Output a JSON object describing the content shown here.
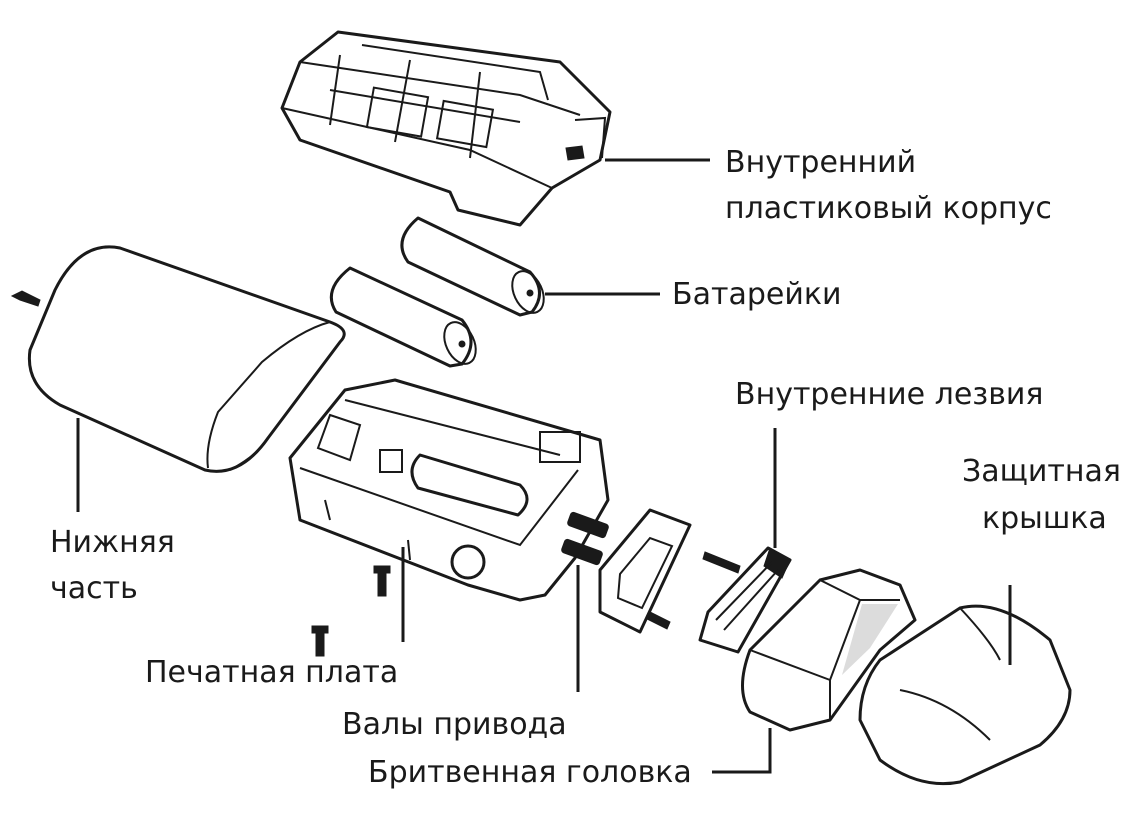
{
  "labels": {
    "inner_housing_line1": "Внутренний",
    "inner_housing_line2": "пластиковый корпус",
    "batteries": "Батарейки",
    "inner_blades": "Внутренние лезвия",
    "protective_cap_line1": "Защитная",
    "protective_cap_line2": "крышка",
    "bottom_part_line1": "Нижняя",
    "bottom_part_line2": "часть",
    "circuit_board": "Печатная плата",
    "drive_shafts": "Валы привода",
    "shaver_head": "Бритвенная головка"
  },
  "colors": {
    "line": "#1a1a1a",
    "background": "#ffffff"
  }
}
